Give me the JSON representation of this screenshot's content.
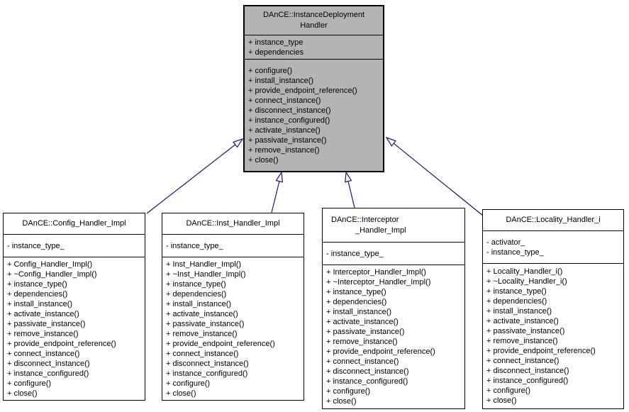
{
  "diagram": {
    "kind": "uml-class-inheritance",
    "colors": {
      "base_fill": "#b4b4b4",
      "derived_fill": "#ffffff",
      "border": "#000000",
      "edge": "#191970",
      "background": "#ffffff"
    },
    "base_class": {
      "name": "DAnCE::InstanceDeploymentHandler",
      "title_lines": [
        "DAnCE::InstanceDeployment",
        "Handler"
      ],
      "attributes": [
        "+ instance_type",
        "+ dependencies"
      ],
      "methods": [
        "+ configure()",
        "+ install_instance()",
        "+ provide_endpoint_reference()",
        "+ connect_instance()",
        "+ disconnect_instance()",
        "+ instance_configured()",
        "+ activate_instance()",
        "+ passivate_instance()",
        "+ remove_instance()",
        "+ close()"
      ]
    },
    "derived_classes": [
      {
        "name": "DAnCE::Config_Handler_Impl",
        "title_lines": [
          "DAnCE::Config_Handler_Impl"
        ],
        "attributes": [
          "- instance_type_"
        ],
        "methods": [
          "+ Config_Handler_Impl()",
          "+ ~Config_Handler_Impl()",
          "+ instance_type()",
          "+ dependencies()",
          "+ install_instance()",
          "+ activate_instance()",
          "+ passivate_instance()",
          "+ remove_instance()",
          "+ provide_endpoint_reference()",
          "+ connect_instance()",
          "+ disconnect_instance()",
          "+ instance_configured()",
          "+ configure()",
          "+ close()"
        ]
      },
      {
        "name": "DAnCE::Inst_Handler_Impl",
        "title_lines": [
          "DAnCE::Inst_Handler_Impl"
        ],
        "attributes": [
          "- instance_type_"
        ],
        "methods": [
          "+ Inst_Handler_Impl()",
          "+ ~Inst_Handler_Impl()",
          "+ instance_type()",
          "+ dependencies()",
          "+ install_instance()",
          "+ activate_instance()",
          "+ passivate_instance()",
          "+ remove_instance()",
          "+ provide_endpoint_reference()",
          "+ connect_instance()",
          "+ disconnect_instance()",
          "+ instance_configured()",
          "+ configure()",
          "+ close()"
        ]
      },
      {
        "name": "DAnCE::Interceptor_Handler_Impl",
        "title_lines": [
          "DAnCE::Interceptor",
          "_Handler_Impl"
        ],
        "attributes": [
          "- instance_type_"
        ],
        "methods": [
          "+ Interceptor_Handler_Impl()",
          "+ ~Interceptor_Handler_Impl()",
          "+ instance_type()",
          "+ dependencies()",
          "+ install_instance()",
          "+ activate_instance()",
          "+ passivate_instance()",
          "+ remove_instance()",
          "+ provide_endpoint_reference()",
          "+ connect_instance()",
          "+ disconnect_instance()",
          "+ instance_configured()",
          "+ configure()",
          "+ close()"
        ]
      },
      {
        "name": "DAnCE::Locality_Handler_i",
        "title_lines": [
          "DAnCE::Locality_Handler_i"
        ],
        "attributes": [
          "- activator_",
          "- instance_type_"
        ],
        "methods": [
          "+ Locality_Handler_i()",
          "+ ~Locality_Handler_i()",
          "+ instance_type()",
          "+ dependencies()",
          "+ install_instance()",
          "+ activate_instance()",
          "+ passivate_instance()",
          "+ remove_instance()",
          "+ provide_endpoint_reference()",
          "+ connect_instance()",
          "+ disconnect_instance()",
          "+ instance_configured()",
          "+ configure()",
          "+ close()"
        ]
      }
    ]
  }
}
